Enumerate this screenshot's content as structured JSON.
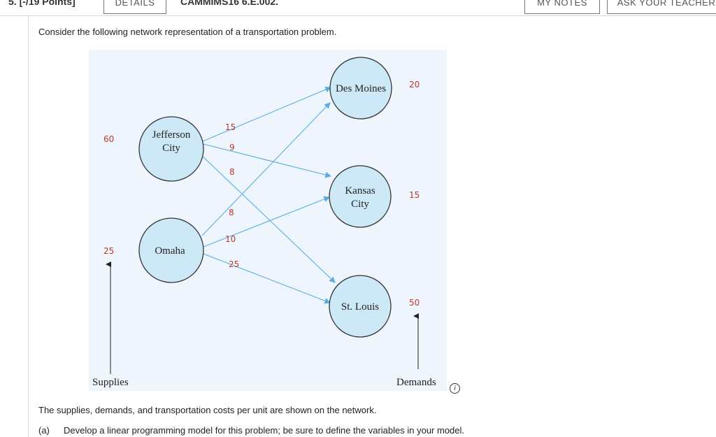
{
  "header": {
    "points": "5. [-/19 Points]",
    "details_label": "DETAILS",
    "problem_code": "CAMMIMS16 6.E.002.",
    "my_notes_label": "MY NOTES",
    "ask_teacher_label": "ASK YOUR TEACHER"
  },
  "question": {
    "intro": "Consider the following network representation of a transportation problem.",
    "statement": "The supplies, demands, and transportation costs per unit are shown on the network.",
    "part_a_label": "(a)",
    "part_a_text": "Develop a linear programming model for this problem; be sure to define the variables in your model."
  },
  "network": {
    "sources": [
      {
        "name_lines": [
          "Jefferson",
          "City"
        ],
        "supply": "60"
      },
      {
        "name_lines": [
          "Omaha"
        ],
        "supply": "25"
      }
    ],
    "destinations": [
      {
        "name_lines": [
          "Des Moines"
        ],
        "demand": "20"
      },
      {
        "name_lines": [
          "Kansas",
          "City"
        ],
        "demand": "15"
      },
      {
        "name_lines": [
          "St. Louis"
        ],
        "demand": "50"
      }
    ],
    "costs": {
      "jefferson_des_moines": "15",
      "jefferson_kansas_city": "9",
      "jefferson_st_louis": "8",
      "omaha_des_moines": "8",
      "omaha_kansas_city": "10",
      "omaha_st_louis": "25"
    },
    "supplies_label": "Supplies",
    "demands_label": "Demands",
    "colors": {
      "node_fill": "#cde9f7",
      "arrow": "#5aaee0",
      "value_text": "#c0392b",
      "figure_bg": "#eef5fc"
    }
  },
  "info_icon": "info-icon"
}
